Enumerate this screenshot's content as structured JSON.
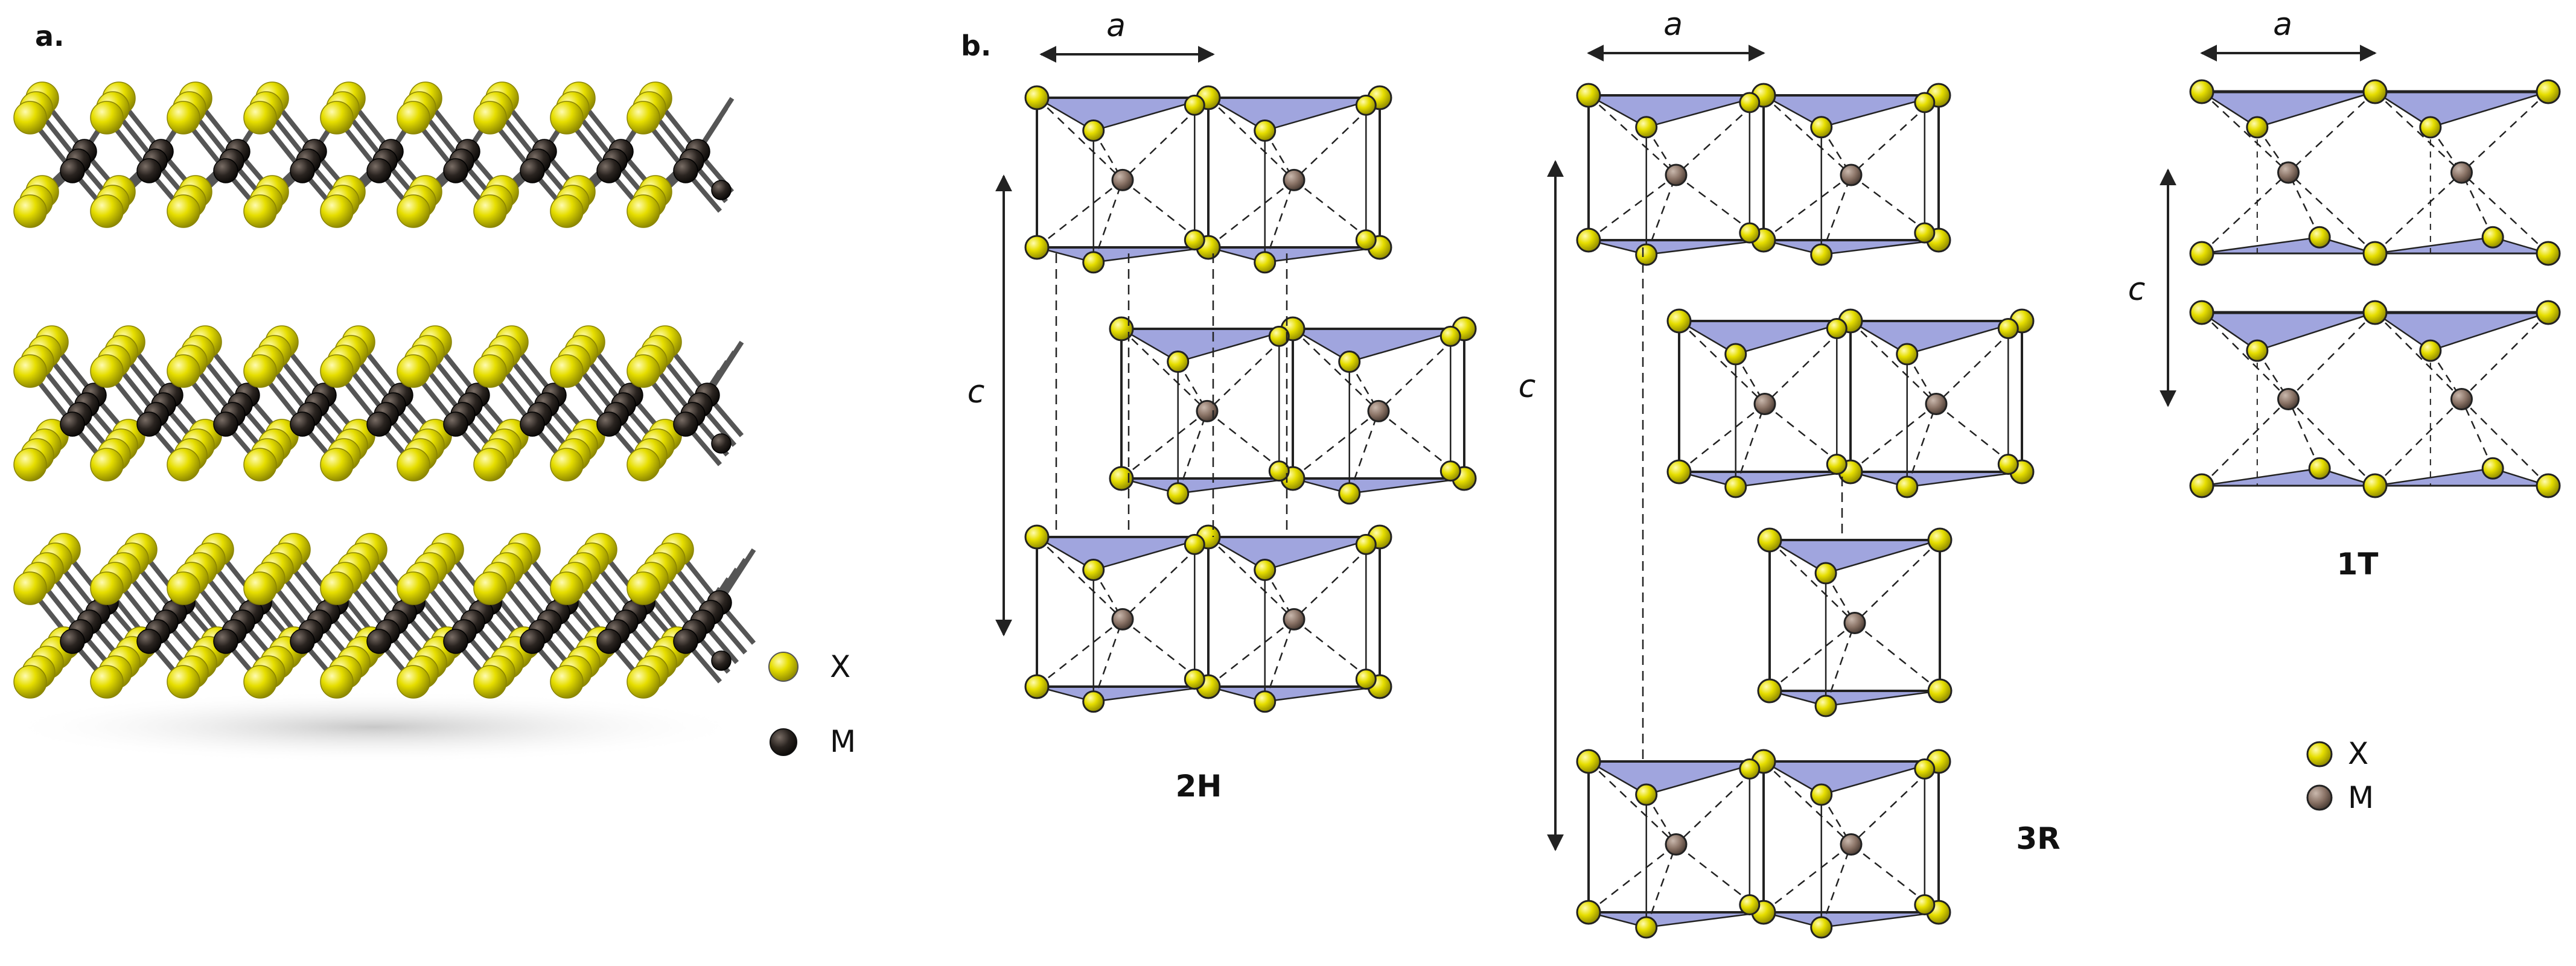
{
  "panel_labels": {
    "a": "a.",
    "b": "b."
  },
  "lattice_labels": {
    "a": "a",
    "c": "c"
  },
  "structures": {
    "h2": "2H",
    "r3": "3R",
    "t1": "1T"
  },
  "legend": {
    "x": "X",
    "m": "M"
  },
  "colors": {
    "x_atom": "#e8e000",
    "m_atom_a": "#2c2622",
    "m_atom_b": "#8a7366",
    "triangle": "#8f95d8",
    "line": "#222222"
  }
}
